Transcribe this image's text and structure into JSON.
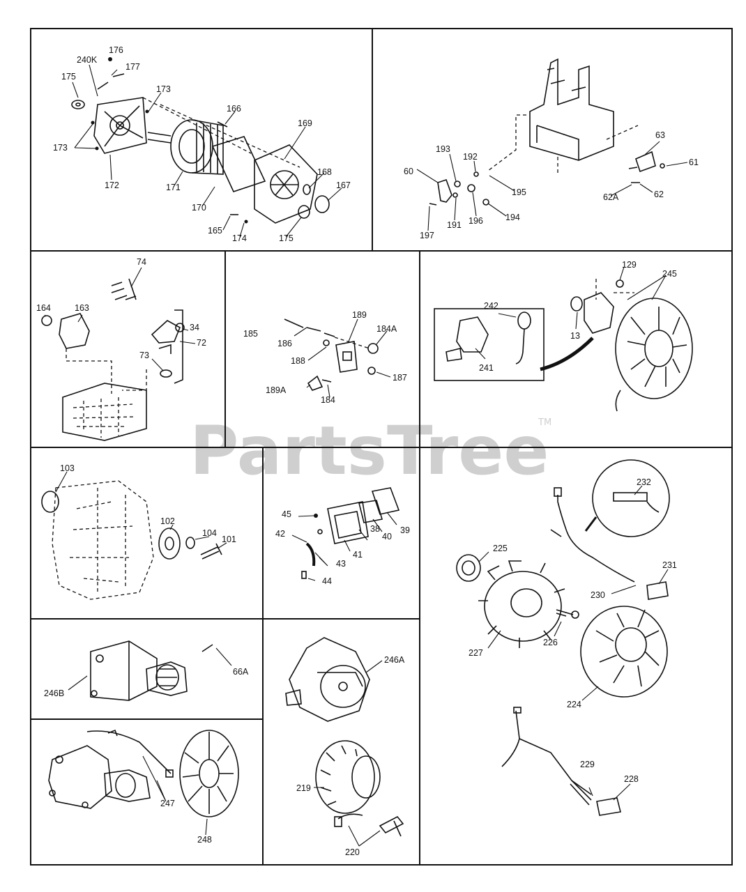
{
  "watermark": {
    "text": "PartsTree",
    "tm": "TM"
  },
  "panels": {
    "p1": {
      "labels": [
        "240K",
        "176",
        "177",
        "175",
        "173",
        "166",
        "169",
        "173",
        "172",
        "171",
        "170",
        "168",
        "167",
        "165",
        "174",
        "175"
      ]
    },
    "p2": {
      "labels": [
        "193",
        "192",
        "60",
        "195",
        "63",
        "61",
        "62A",
        "62",
        "191",
        "196",
        "194",
        "197"
      ]
    },
    "p3": {
      "labels": [
        "74",
        "164",
        "163",
        "34",
        "72",
        "73"
      ]
    },
    "p4": {
      "labels": [
        "189",
        "185",
        "184A",
        "186",
        "188",
        "187",
        "189A",
        "184"
      ]
    },
    "p5": {
      "labels": [
        "129",
        "245",
        "242",
        "13",
        "241"
      ]
    },
    "p6": {
      "labels": [
        "103",
        "102",
        "104",
        "101"
      ]
    },
    "p7": {
      "labels": [
        "45",
        "42",
        "39",
        "40",
        "38",
        "41",
        "43",
        "44"
      ]
    },
    "p8": {
      "labels": [
        "232",
        "225",
        "231",
        "230",
        "226",
        "227",
        "224",
        "229",
        "228"
      ]
    },
    "p9": {
      "labels": [
        "66A",
        "246B"
      ]
    },
    "p10": {
      "labels": [
        "246A",
        "219",
        "220"
      ]
    },
    "p11": {
      "labels": [
        "247",
        "248"
      ]
    }
  }
}
